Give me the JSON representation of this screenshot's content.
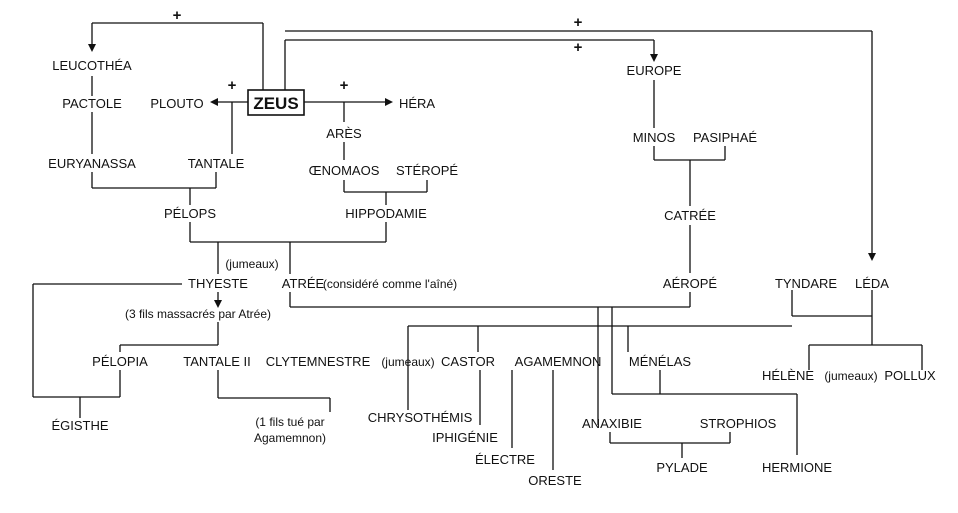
{
  "names": {
    "zeus": "ZEUS",
    "leucothea": "LEUCOTHÉA",
    "pactole": "PACTOLE",
    "plouto": "PLOUTO",
    "hera": "HÉRA",
    "ares": "ARÈS",
    "europe": "EUROPE",
    "minos": "MINOS",
    "pasiphae": "PASIPHAÉ",
    "euryanassa": "EURYANASSA",
    "tantale": "TANTALE",
    "oenomaos": "ŒNOMAOS",
    "sterope": "STÉROPÉ",
    "pelops": "PÉLOPS",
    "hippodamie": "HIPPODAMIE",
    "catree": "CATRÉE",
    "thyeste": "THYESTE",
    "atree": "ATRÉE",
    "aerope": "AÉROPÉ",
    "tyndare": "TYNDARE",
    "leda": "LÉDA",
    "pelopia": "PÉLOPIA",
    "tantale2": "TANTALE II",
    "clytemnestre": "CLYTEMNESTRE",
    "castor": "CASTOR",
    "agamemnon": "AGAMEMNON",
    "menelas": "MÉNÉLAS",
    "helene": "HÉLÈNE",
    "pollux": "POLLUX",
    "egisthe": "ÉGISTHE",
    "chrysothemis": "CHRYSOTHÉMIS",
    "iphigenie": "IPHIGÉNIE",
    "electre": "ÉLECTRE",
    "oreste": "ORESTE",
    "anaxibie": "ANAXIBIE",
    "strophios": "STROPHIOS",
    "pylade": "PYLADE",
    "hermione": "HERMIONE"
  },
  "notes": {
    "jumeaux_thyeste_atree": "(jumeaux)",
    "atree_aine": "(considéré comme l'aîné)",
    "fils_massacres": "(3 fils massacrés par Atrée)",
    "jumeaux_clytemnestre": "(jumeaux)",
    "jumeaux_helene": "(jumeaux)",
    "fils_tue_line1": "(1 fils tué par",
    "fils_tue_line2": "Agamemnon)"
  },
  "symbols": {
    "union_plus": "+"
  }
}
